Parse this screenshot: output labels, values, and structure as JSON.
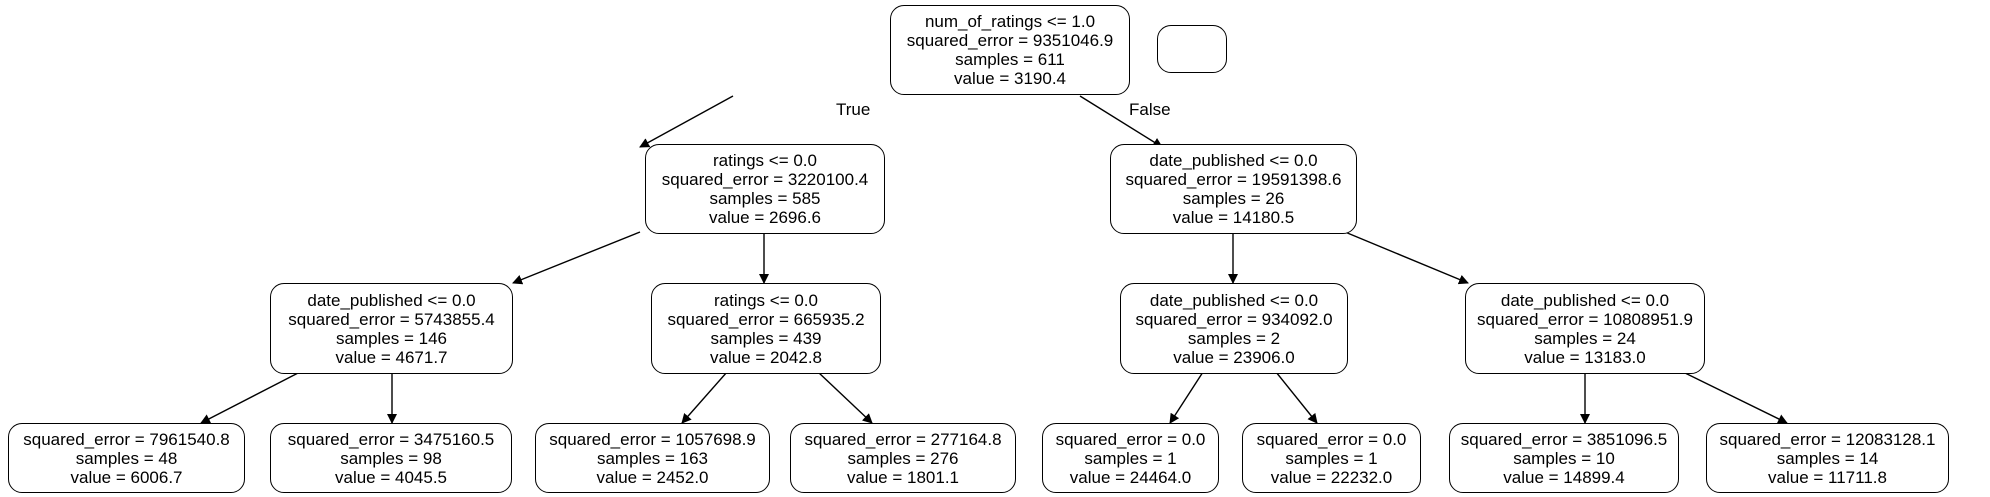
{
  "tree": {
    "root": {
      "lines": [
        "num_of_ratings <= 1.0",
        "squared_error = 9351046.9",
        "samples = 611",
        "value = 3190.4"
      ]
    },
    "edge_labels": {
      "true": "True",
      "false": "False"
    },
    "n1": {
      "lines": [
        "ratings <= 0.0",
        "squared_error = 3220100.4",
        "samples = 585",
        "value = 2696.6"
      ]
    },
    "n2": {
      "lines": [
        "date_published <= 0.0",
        "squared_error = 19591398.6",
        "samples = 26",
        "value = 14180.5"
      ]
    },
    "n3": {
      "lines": [
        "date_published <= 0.0",
        "squared_error = 5743855.4",
        "samples = 146",
        "value = 4671.7"
      ]
    },
    "n4": {
      "lines": [
        "ratings <= 0.0",
        "squared_error = 665935.2",
        "samples = 439",
        "value = 2042.8"
      ]
    },
    "n5": {
      "lines": [
        "date_published <= 0.0",
        "squared_error = 934092.0",
        "samples = 2",
        "value = 23906.0"
      ]
    },
    "n6": {
      "lines": [
        "date_published <= 0.0",
        "squared_error = 10808951.9",
        "samples = 24",
        "value = 13183.0"
      ]
    },
    "l1": {
      "lines": [
        "squared_error = 7961540.8",
        "samples = 48",
        "value = 6006.7"
      ]
    },
    "l2": {
      "lines": [
        "squared_error = 3475160.5",
        "samples = 98",
        "value = 4045.5"
      ]
    },
    "l3": {
      "lines": [
        "squared_error = 1057698.9",
        "samples = 163",
        "value = 2452.0"
      ]
    },
    "l4": {
      "lines": [
        "squared_error = 277164.8",
        "samples = 276",
        "value = 1801.1"
      ]
    },
    "l5": {
      "lines": [
        "squared_error = 0.0",
        "samples = 1",
        "value = 24464.0"
      ]
    },
    "l6": {
      "lines": [
        "squared_error = 0.0",
        "samples = 1",
        "value = 22232.0"
      ]
    },
    "l7": {
      "lines": [
        "squared_error = 3851096.5",
        "samples = 10",
        "value = 14899.4"
      ]
    },
    "l8": {
      "lines": [
        "squared_error = 12083128.1",
        "samples = 14",
        "value = 11711.8"
      ]
    }
  }
}
